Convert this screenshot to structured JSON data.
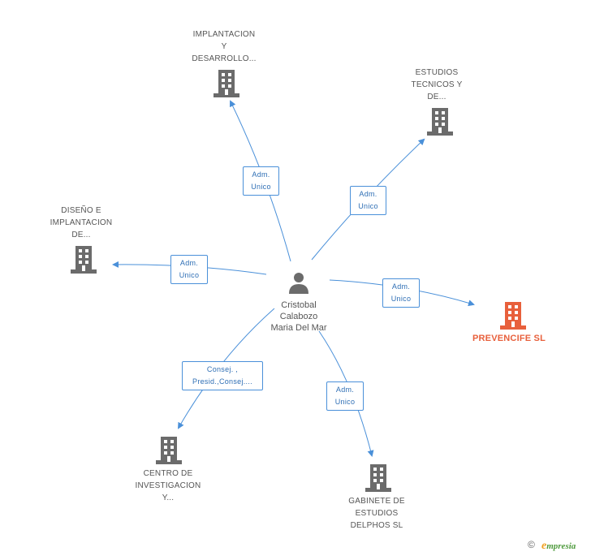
{
  "diagram": {
    "colors": {
      "edge": "#4a90d9",
      "company": "#6b6b6b",
      "focus_company": "#e8603c",
      "person": "#6b6b6b",
      "label_border": "#4a90d9"
    },
    "person": {
      "name": "Cristobal\nCalabozo\nMaria Del Mar",
      "icon": "person-icon"
    },
    "companies": [
      {
        "id": "implantacion",
        "label": "IMPLANTACION\nY\nDESARROLLO...",
        "icon": "building-icon",
        "focus": false
      },
      {
        "id": "estudios",
        "label": "ESTUDIOS\nTECNICOS Y\nDE...",
        "icon": "building-icon",
        "focus": false
      },
      {
        "id": "diseno",
        "label": "DISEÑO E\nIMPLANTACION\nDE...",
        "icon": "building-icon",
        "focus": false
      },
      {
        "id": "prevencife",
        "label": "PREVENCIFE SL",
        "icon": "building-icon",
        "focus": true
      },
      {
        "id": "centro",
        "label": "CENTRO DE\nINVESTIGACION\nY...",
        "icon": "building-icon",
        "focus": false
      },
      {
        "id": "gabinete",
        "label": "GABINETE DE\nESTUDIOS\nDELPHOS SL",
        "icon": "building-icon",
        "focus": false
      }
    ],
    "relations": [
      {
        "to": "implantacion",
        "label": "Adm.\nUnico"
      },
      {
        "to": "estudios",
        "label": "Adm.\nUnico"
      },
      {
        "to": "diseno",
        "label": "Adm.\nUnico"
      },
      {
        "to": "prevencife",
        "label": "Adm.\nUnico"
      },
      {
        "to": "centro",
        "label": "Consej. ,\nPresid.,Consej...."
      },
      {
        "to": "gabinete",
        "label": "Adm.\nUnico"
      }
    ]
  },
  "footer": {
    "copyright_symbol": "©",
    "brand_initial": "e",
    "brand_rest": "mpresia"
  }
}
